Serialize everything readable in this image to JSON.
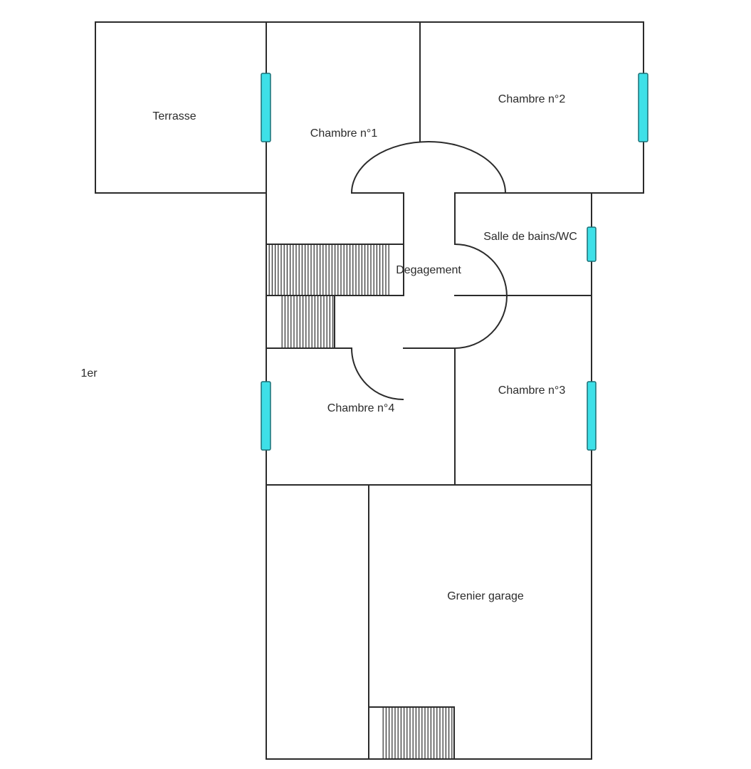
{
  "plan": {
    "level_label": "1er",
    "rooms": {
      "terrasse": "Terrasse",
      "chambre1": "Chambre n°1",
      "chambre2": "Chambre n°2",
      "sdb": "Salle de bains/WC",
      "degagement": "Degagement",
      "chambre3": "Chambre n°3",
      "chambre4": "Chambre n°4",
      "grenier": "Grenier garage"
    }
  },
  "colors": {
    "wall": "#2b2b2b",
    "window_fill": "#3ee0e8",
    "window_stroke": "#1a6f75"
  }
}
